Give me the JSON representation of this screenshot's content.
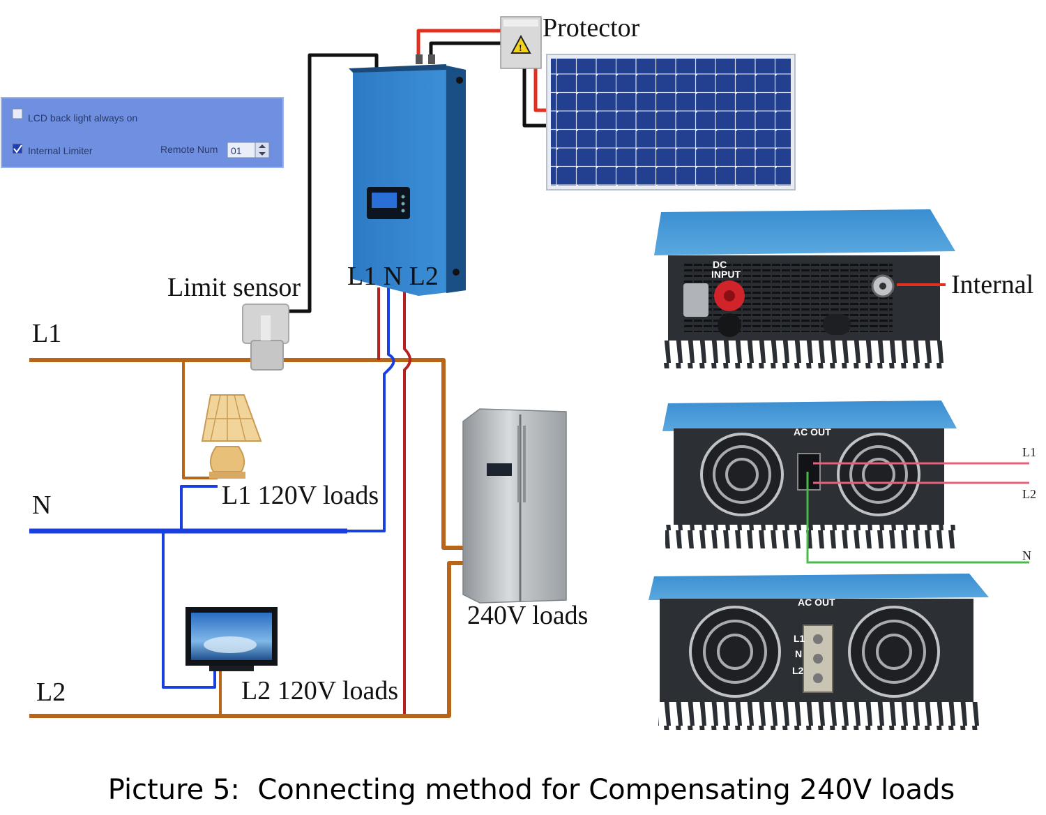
{
  "settings_panel": {
    "lcd_backlight_label": "LCD back light always on",
    "internal_limiter_label": "Internal Limiter",
    "remote_num_label": "Remote Num",
    "remote_num_value": "01"
  },
  "labels": {
    "protector": "Protector",
    "limit_sensor": "Limit sensor",
    "inverter_terminals": "L1 N L2",
    "line_l1": "L1",
    "line_n": "N",
    "line_l2": "L2",
    "l1_loads": "L1 120V loads",
    "l2_loads": "L2 120V loads",
    "loads_240v": "240V loads",
    "internal": "Internal",
    "dc_input": "DC\nINPUT",
    "ac_out_1": "AC OUT",
    "ac_out_2": "AC OUT",
    "wire_l1": "L1",
    "wire_l2": "L2",
    "wire_n": "N",
    "term_l1": "L1",
    "term_n": "N",
    "term_l2": "L2"
  },
  "caption": "Picture 5:  Connecting method for Compensating 240V loads",
  "colors": {
    "l1_l2_wire": "#b8651c",
    "neutral_wire": "#1a3fe0",
    "dc_red": "#e03020",
    "inverter_blue": "#2f7fc8",
    "panel_blue": "#1f3f9a"
  }
}
